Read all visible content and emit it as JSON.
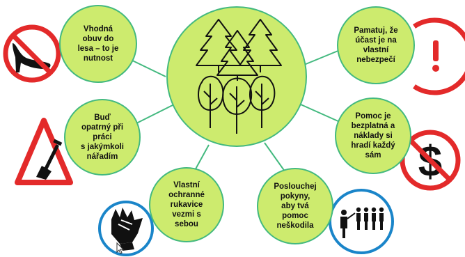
{
  "colors": {
    "bubble_fill": "#cdeb6e",
    "bubble_stroke": "#43b97f",
    "prohibition_red": "#e32a2a",
    "icon_blue": "#1a85c9",
    "ink": "#111111"
  },
  "center": {
    "icon": "forest-trees-icon"
  },
  "tips": [
    {
      "name": "tip-proper-footwear",
      "text": "Vhodná\nobuv do\nlesa – to je\nnutnost",
      "icon": "no-high-heel-icon"
    },
    {
      "name": "tip-careful-with-tools",
      "text": "Buď\nopatrný při\npráci\ns jakýmkoli\nnářadím",
      "icon": "shovel-warning-icon"
    },
    {
      "name": "tip-own-gloves",
      "text": "Vlastní\nochranné\nrukavice\nvezmi s\nsebou",
      "icon": "glove-icon"
    },
    {
      "name": "tip-follow-instructions",
      "text": "Poslouchej\npokyny,\naby tvá\npomoc\nneškodila",
      "icon": "group-instruction-icon"
    },
    {
      "name": "tip-help-free",
      "text": "Pomoc je\nbezplatná a\nnáklady si\nhradí každý\nsám",
      "icon": "no-dollar-icon"
    },
    {
      "name": "tip-own-risk",
      "text": "Pamatuj, že\núčast je na\nvlastní\nnebezpečí",
      "icon": "exclamation-warning-icon"
    }
  ]
}
